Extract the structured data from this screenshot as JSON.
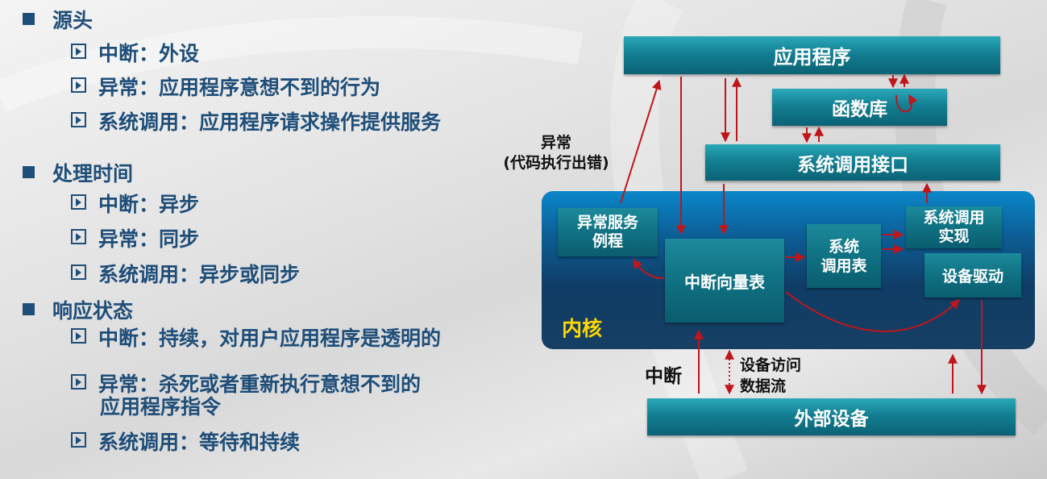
{
  "outline": {
    "source": {
      "title": "源头",
      "items": [
        "中断：外设",
        "异常：应用程序意想不到的行为",
        "系统调用：应用程序请求操作提供服务"
      ]
    },
    "time": {
      "title": "处理时间",
      "items": [
        "中断：异步",
        "异常：同步",
        "系统调用：异步或同步"
      ]
    },
    "response": {
      "title": "响应状态",
      "items": [
        "中断：持续，对用户应用程序是透明的",
        "异常：杀死或者重新执行意想不到的",
        "应用程序指令",
        "系统调用：等待和持续"
      ]
    }
  },
  "diagram": {
    "app": "应用程序",
    "lib": "函数库",
    "syscall_if": "系统调用接口",
    "exc_handler": [
      "异常服务",
      "例程"
    ],
    "ivt": "中断向量表",
    "sct": [
      "系统",
      "调用表"
    ],
    "sc_impl": [
      "系统调用",
      "实现"
    ],
    "driver": "设备驱动",
    "kernel": "内核",
    "device": "外部设备",
    "exc_label": [
      "异常",
      "(代码执行出错)"
    ],
    "interrupt_label": "中断",
    "io_label": [
      "设备访问",
      "数据流"
    ],
    "colors": {
      "arrow": "#c0151b",
      "box": "#137f92",
      "kernel": "#0c5c93",
      "kernel_label": "#ffd700",
      "text_blue": "#1f4e79"
    }
  }
}
